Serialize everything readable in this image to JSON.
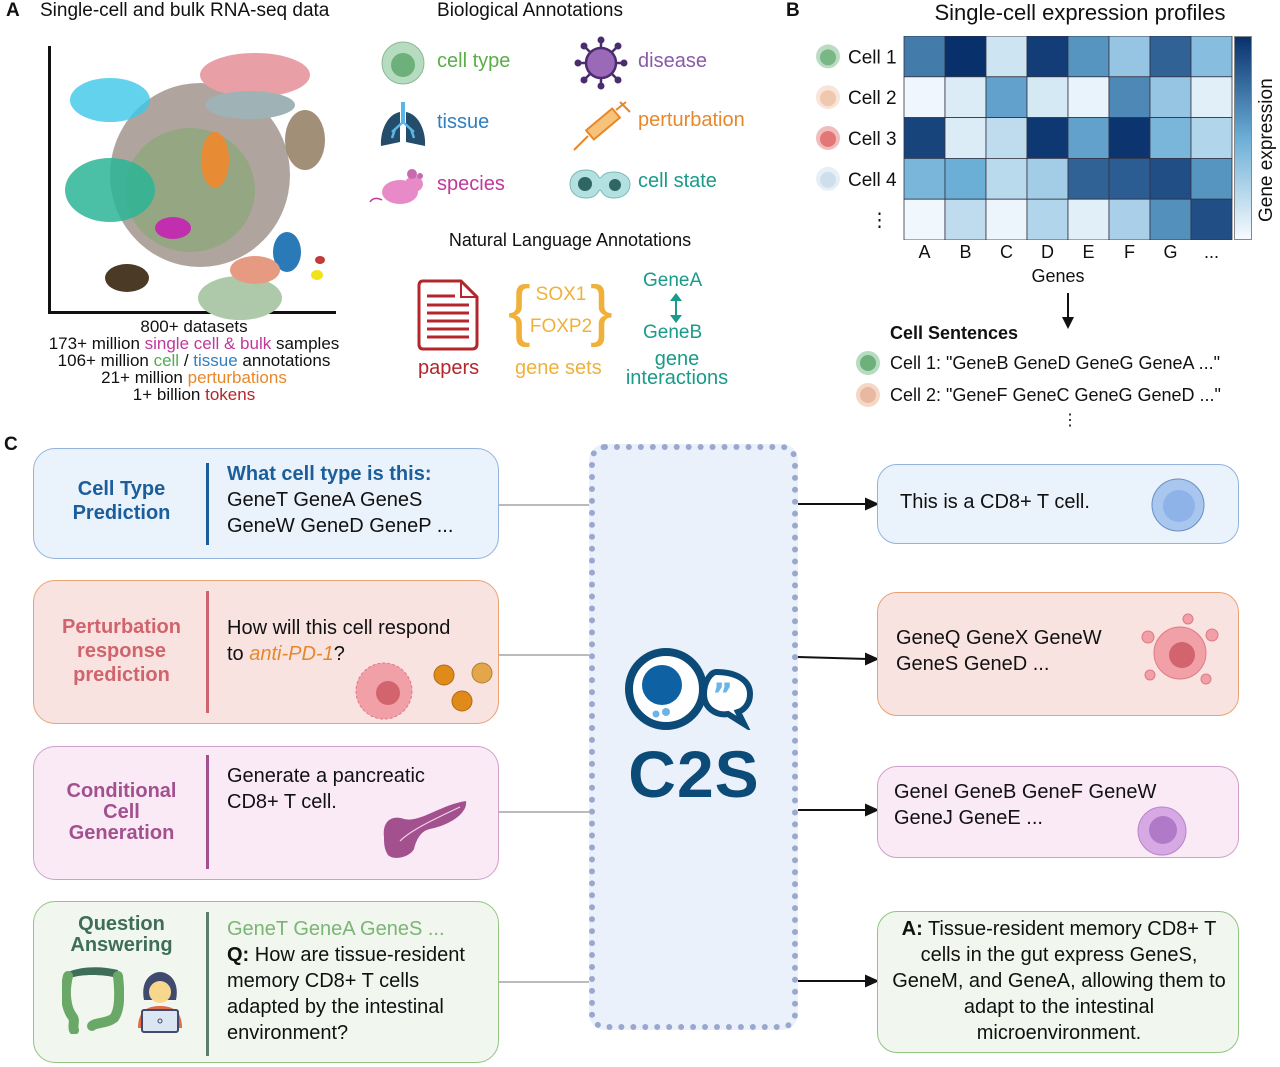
{
  "panel_a": {
    "letter": "A",
    "title": "Single-cell and bulk RNA-seq data",
    "stats": [
      [
        {
          "t": "800+ datasets",
          "c": "#111111"
        }
      ],
      [
        {
          "t": "173+ million ",
          "c": "#111111"
        },
        {
          "t": "single cell & bulk",
          "c": "#c0389c"
        },
        {
          "t": " samples",
          "c": "#111111"
        }
      ],
      [
        {
          "t": "106+ million ",
          "c": "#111111"
        },
        {
          "t": "cell",
          "c": "#4caf50"
        },
        {
          "t": " / ",
          "c": "#111111"
        },
        {
          "t": "tissue",
          "c": "#2f7fc1"
        },
        {
          "t": " annotations",
          "c": "#111111"
        }
      ],
      [
        {
          "t": "21+ million ",
          "c": "#111111"
        },
        {
          "t": "perturbations",
          "c": "#e8872a"
        }
      ],
      [
        {
          "t": "1+ billion ",
          "c": "#111111"
        },
        {
          "t": "tokens",
          "c": "#b3262b"
        }
      ]
    ],
    "bio_title": "Biological Annotations",
    "bio_items": [
      {
        "label": "cell type",
        "color": "#5aae4a",
        "icon": "cell-icon"
      },
      {
        "label": "disease",
        "color": "#8a5aa8",
        "icon": "virus-icon"
      },
      {
        "label": "tissue",
        "color": "#2f7fc1",
        "icon": "lungs-icon"
      },
      {
        "label": "perturbation",
        "color": "#e8872a",
        "icon": "syringe-icon"
      },
      {
        "label": "species",
        "color": "#c0389c",
        "icon": "mouse-icon"
      },
      {
        "label": "cell state",
        "color": "#1a9a8a",
        "icon": "dividing-cell-icon"
      }
    ],
    "nl_title": "Natural Language Annotations",
    "nl_items": {
      "papers": "papers",
      "gene_set_1": "SOX1",
      "gene_set_2": "FOXP2",
      "gene_sets": "gene sets",
      "gene_a": "GeneA",
      "gene_b": "GeneB",
      "gene_interactions_1": "gene",
      "gene_interactions_2": "interactions"
    },
    "colors": {
      "papers": "#b3262b",
      "gene_sets": "#f0b13a",
      "interactions": "#1a9a8a"
    }
  },
  "panel_b": {
    "letter": "B",
    "title": "Single-cell expression profiles",
    "genes_axis": "Genes",
    "colorbar_label": "Gene expression",
    "cell_sentences_title": "Cell Sentences",
    "sentences": [
      "Cell 1: \"GeneB GeneD GeneG GeneA ...\"",
      "Cell 2: \"GeneF GeneC GeneG GeneD ...\""
    ],
    "ellipsis": "⋮"
  },
  "chart_data": {
    "type": "heatmap",
    "title": "Single-cell expression profiles",
    "xlabel": "Genes",
    "ylabel": "",
    "colorbar_label": "Gene expression",
    "x": [
      "A",
      "B",
      "C",
      "D",
      "E",
      "F",
      "G",
      "..."
    ],
    "y": [
      "Cell 1",
      "Cell 2",
      "Cell 3",
      "Cell 4",
      "⋮"
    ],
    "row_colors": [
      "#6db07a",
      "#efc3a8",
      "#e06b6b",
      "#c9dcea",
      null
    ],
    "values": [
      [
        0.7,
        1.0,
        0.15,
        0.95,
        0.6,
        0.35,
        0.8,
        0.4
      ],
      [
        0.03,
        0.1,
        0.55,
        0.12,
        0.05,
        0.65,
        0.35,
        0.08
      ],
      [
        0.92,
        0.1,
        0.2,
        0.97,
        0.55,
        0.98,
        0.45,
        0.25
      ],
      [
        0.45,
        0.5,
        0.22,
        0.3,
        0.8,
        0.82,
        0.88,
        0.6
      ],
      [
        0.02,
        0.2,
        0.04,
        0.25,
        0.08,
        0.28,
        0.62,
        0.88
      ]
    ],
    "value_range": [
      0,
      1
    ],
    "colormap": "Blues"
  },
  "panel_c": {
    "letter": "C",
    "tasks": [
      {
        "label": "Cell Type Prediction",
        "label_color": "#1b5e9b",
        "bg": "#eaf2fb",
        "border": "#93b3dc",
        "divider": "#1b5e9b",
        "prompt_head": "What cell type is this:",
        "prompt_lines": [
          "GeneT GeneA GeneS",
          "GeneW GeneD GeneP ..."
        ]
      },
      {
        "label": "Perturbation response prediction",
        "label_color": "#d0646e",
        "bg": "#f9e3e1",
        "border": "#e8a274",
        "divider": "#d0646e",
        "prompt_pre": "How will this cell respond",
        "prompt_to": "to ",
        "prompt_drug": "anti-PD-1",
        "prompt_q": "?"
      },
      {
        "label": "Conditional Cell Generation",
        "label_color": "#a3508e",
        "bg": "#faeaf6",
        "border": "#cfa1c9",
        "divider": "#a3508e",
        "prompt_lines": [
          "Generate a pancreatic",
          "CD8+ T cell."
        ]
      },
      {
        "label": "Question Answering",
        "label_color": "#3f6e58",
        "bg": "#f1f6ee",
        "border": "#92c482",
        "divider": "#5d7e6a",
        "genes": "GeneT GeneA GeneS ...",
        "q_label": "Q:",
        "question": "How are tissue-resident memory CD8+ T cells adapted by the intestinal environment?"
      }
    ],
    "model_name": "C2S",
    "outputs": [
      {
        "text": "This is a CD8+ T cell.",
        "bg": "#eaf2fb",
        "border": "#93b3dc"
      },
      {
        "lines": [
          "GeneQ GeneX GeneW",
          "GeneS GeneD ..."
        ],
        "bg": "#f9e3e1",
        "border": "#e8a274"
      },
      {
        "lines": [
          "GeneI GeneB GeneF GeneW",
          "GeneJ GeneE ..."
        ],
        "bg": "#faeaf6",
        "border": "#cfa1c9"
      },
      {
        "a_label": "A:",
        "answer": "Tissue-resident memory CD8+ T cells in the gut express GeneS, GeneM, and GeneA, allowing them to adapt to the intestinal microenvironment.",
        "bg": "#f1f6ee",
        "border": "#92c482"
      }
    ]
  }
}
